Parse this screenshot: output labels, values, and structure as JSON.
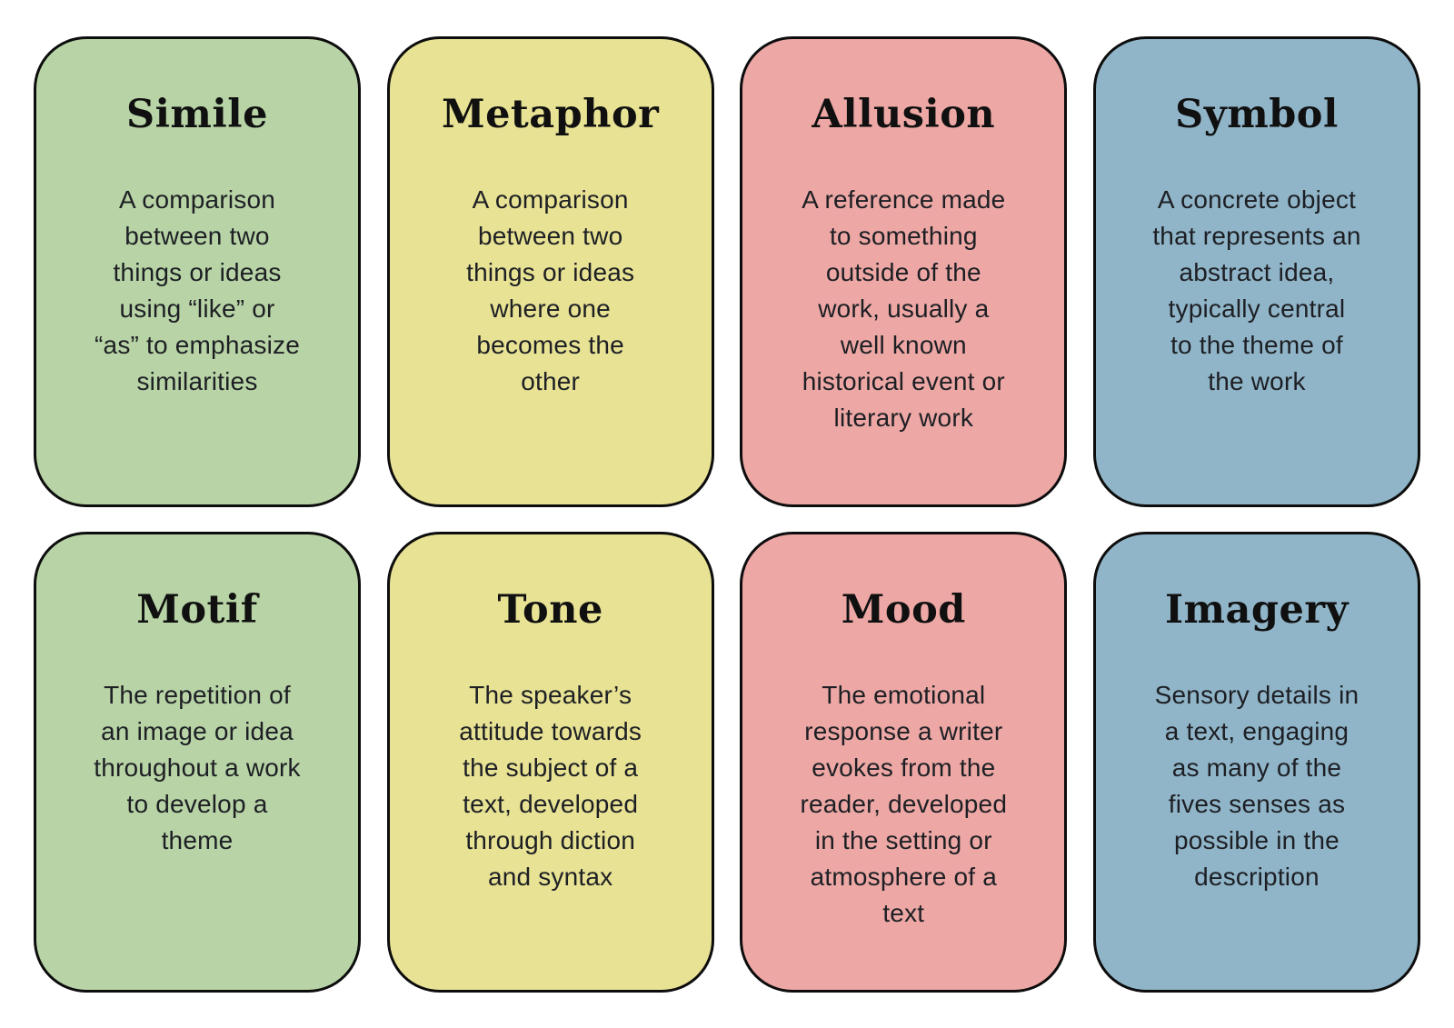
{
  "page": {
    "background": "#ffffff",
    "border_color": "#0d0d0d",
    "text_color": "#1d1f24",
    "title_color": "#101010"
  },
  "cards": [
    {
      "title": "Simile",
      "definition": "A comparison\nbetween two\nthings or ideas\nusing “like” or\n“as” to emphasize\nsimilarities",
      "color": "#b8d4a6",
      "color_name": "green"
    },
    {
      "title": "Metaphor",
      "definition": "A comparison\nbetween two\nthings or ideas\nwhere one\nbecomes the\nother",
      "color": "#e8e294",
      "color_name": "yellow"
    },
    {
      "title": "Allusion",
      "definition": "A reference made\nto something\noutside of the\nwork, usually a\nwell known\nhistorical event or\nliterary work",
      "color": "#eda8a5",
      "color_name": "pink"
    },
    {
      "title": "Symbol",
      "definition": "A concrete object\nthat represents an\nabstract idea,\ntypically central\nto the theme of\nthe work",
      "color": "#90b5c8",
      "color_name": "blue"
    },
    {
      "title": "Motif",
      "definition": "The repetition of\nan image or idea\nthroughout a work\nto develop a\ntheme",
      "color": "#b8d4a6",
      "color_name": "green"
    },
    {
      "title": "Tone",
      "definition": "The speaker’s\nattitude towards\nthe subject of a\ntext, developed\nthrough diction\nand syntax",
      "color": "#e8e294",
      "color_name": "yellow"
    },
    {
      "title": "Mood",
      "definition": "The emotional\nresponse a writer\nevokes from the\nreader, developed\nin the setting or\natmosphere of a\ntext",
      "color": "#eda8a5",
      "color_name": "pink"
    },
    {
      "title": "Imagery",
      "definition": "Sensory details in\na text, engaging\nas many of the\nfives senses as\npossible in the\ndescription",
      "color": "#90b5c8",
      "color_name": "blue"
    }
  ]
}
